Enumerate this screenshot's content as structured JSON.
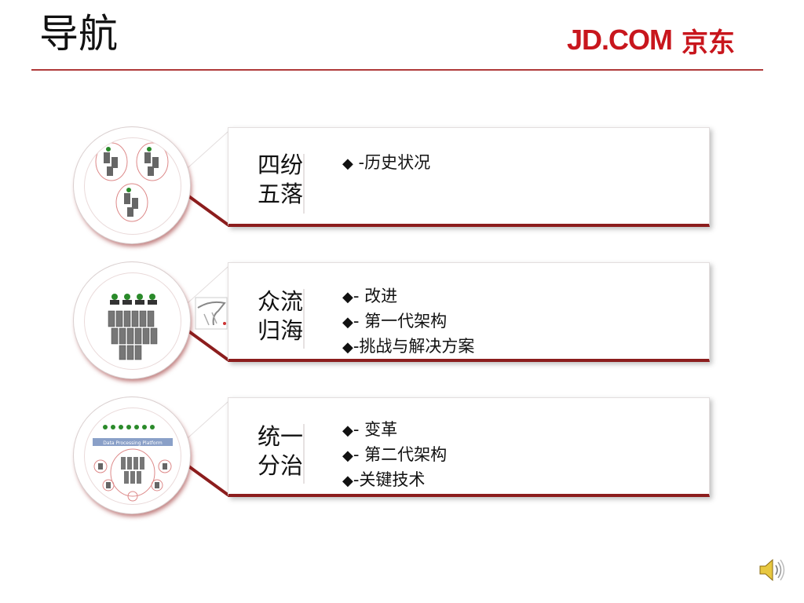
{
  "header": {
    "title": "导航",
    "logo_text": "JD.COM",
    "logo_cn": "京东",
    "accent_color": "#c8161d"
  },
  "sections": [
    {
      "heading_line1": "四纷",
      "heading_line2": "五落",
      "items": [
        "-历史状况"
      ],
      "icon": "distributed-servers-icon"
    },
    {
      "heading_line1": "众流",
      "heading_line2": "归海",
      "items": [
        "- 改进",
        "- 第一代架构",
        "-挑战与解决方案"
      ],
      "icon": "server-cluster-icon"
    },
    {
      "heading_line1": "统一",
      "heading_line2": "分治",
      "items": [
        "- 变革",
        "- 第二代架构",
        "-关键技术"
      ],
      "icon": "platform-architecture-icon",
      "icon_label": "Data Processing Platform"
    }
  ],
  "bullet_glyph": "◆",
  "speaker_icon": "speaker-icon"
}
